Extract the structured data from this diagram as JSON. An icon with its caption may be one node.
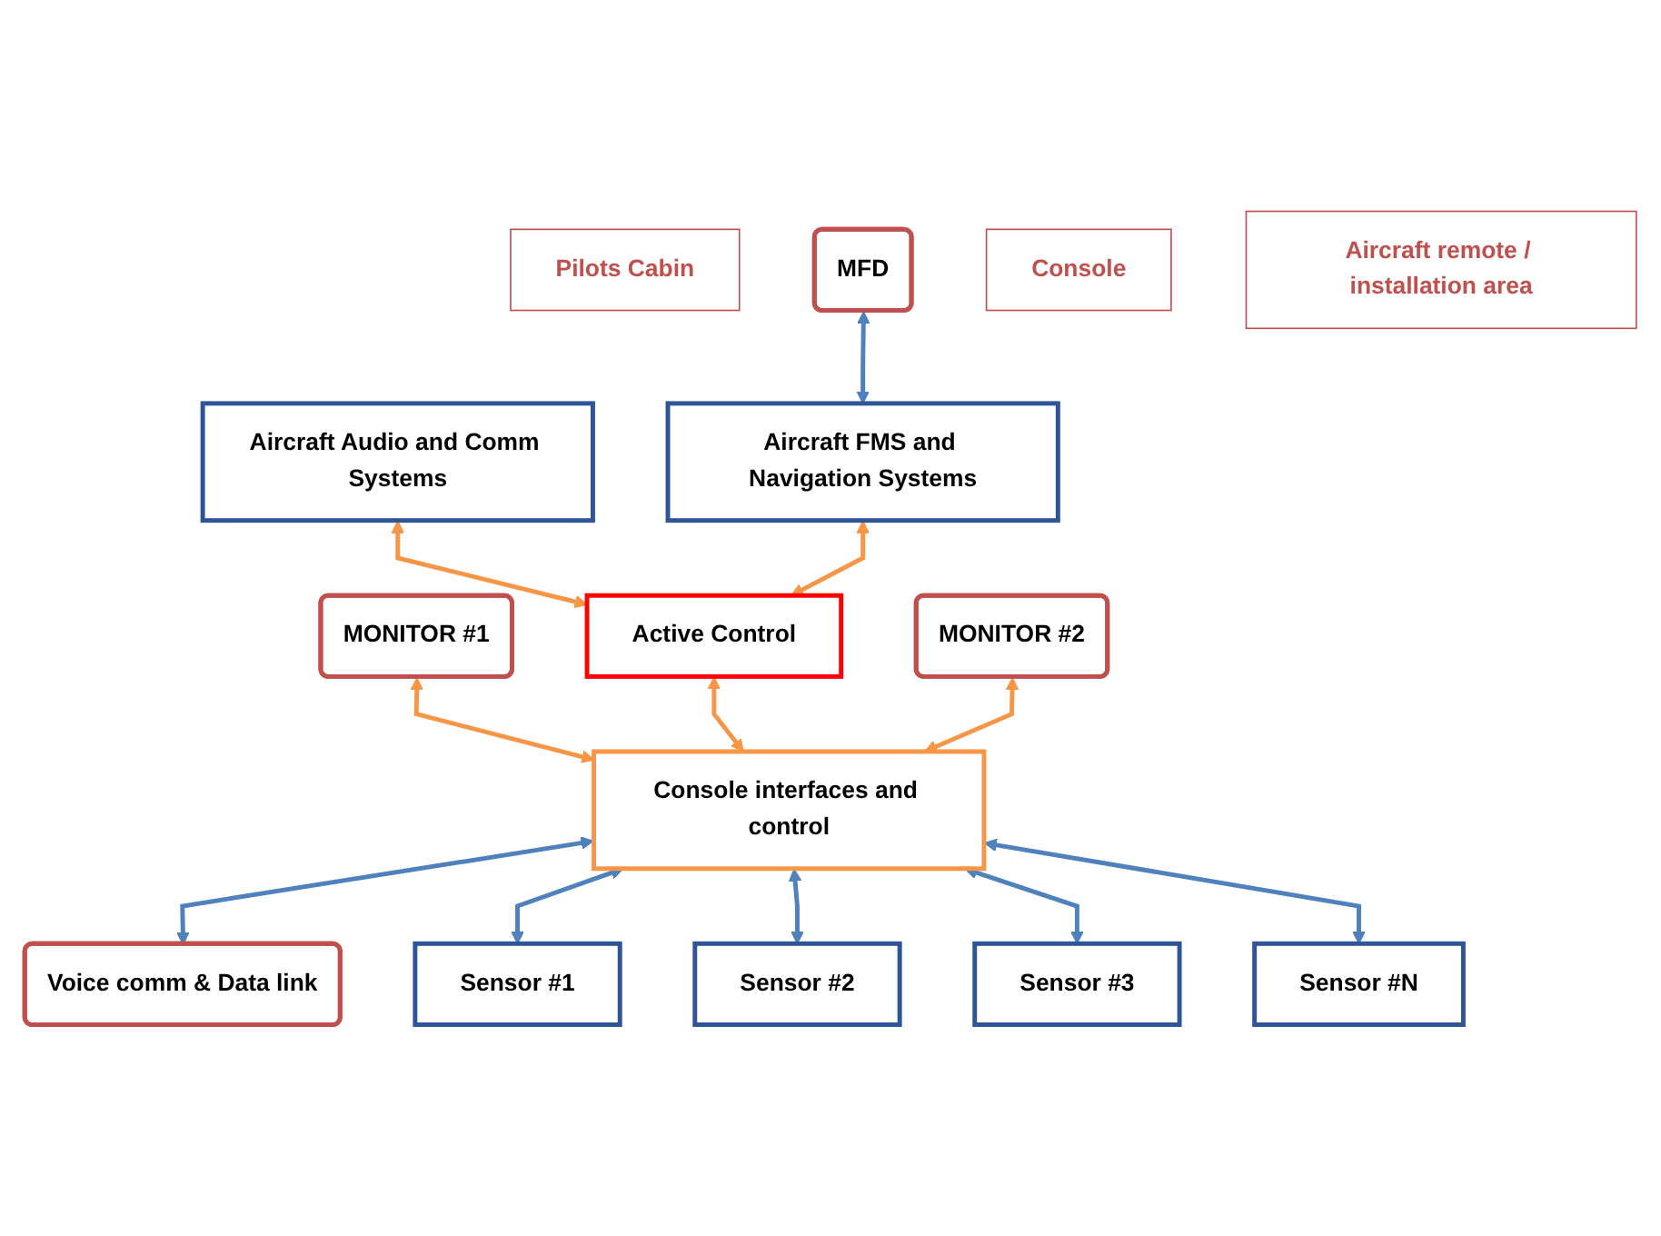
{
  "diagram": {
    "nodes": [
      {
        "text": [
          "Pilots Cabin"
        ]
      },
      {
        "text": [
          "MFD"
        ]
      },
      {
        "text": [
          "Aircraft Audio and Comm Systems"
        ]
      },
      {
        "text": [
          "Aircraft FMS and Navigation Systems"
        ]
      },
      {
        "text": [
          "Console"
        ]
      },
      {
        "text": [
          "MONITOR #1"
        ]
      },
      {
        "text": [
          "Active Control"
        ]
      },
      {
        "text": [
          "MONITOR #2"
        ]
      },
      {
        "text": [
          "Console interfaces and control"
        ]
      },
      {
        "text": [
          "Voice comm & Data link"
        ]
      },
      {
        "text": [
          "Sensor #1"
        ]
      },
      {
        "text": [
          "Sensor #2"
        ]
      },
      {
        "text": [
          "Sensor #3"
        ]
      },
      {
        "text": [
          "Sensor #N"
        ]
      },
      {
        "text": [
          "Aircraft remote / installation area"
        ]
      }
    ],
    "edges": [
      {
        "from": 1,
        "to": 3,
        "arrow": "both"
      },
      {
        "from": 2,
        "to": 6,
        "arrow": "both",
        "color": "#f79646"
      },
      {
        "from": 3,
        "to": 6,
        "arrow": "both",
        "color": "#f79646"
      },
      {
        "from": 5,
        "to": 8,
        "arrow": "both",
        "color": "#f79646"
      },
      {
        "from": 6,
        "to": 8,
        "arrow": "both",
        "color": "#f79646"
      },
      {
        "from": 7,
        "to": 8,
        "arrow": "both",
        "color": "#f79646"
      },
      {
        "from": 8,
        "to": 9,
        "arrow": "both"
      },
      {
        "from": 8,
        "to": 10,
        "arrow": "both"
      },
      {
        "from": 8,
        "to": 11,
        "arrow": "both"
      },
      {
        "from": 8,
        "to": 12,
        "arrow": "both"
      },
      {
        "from": 8,
        "to": 13,
        "arrow": "both"
      }
    ]
  }
}
